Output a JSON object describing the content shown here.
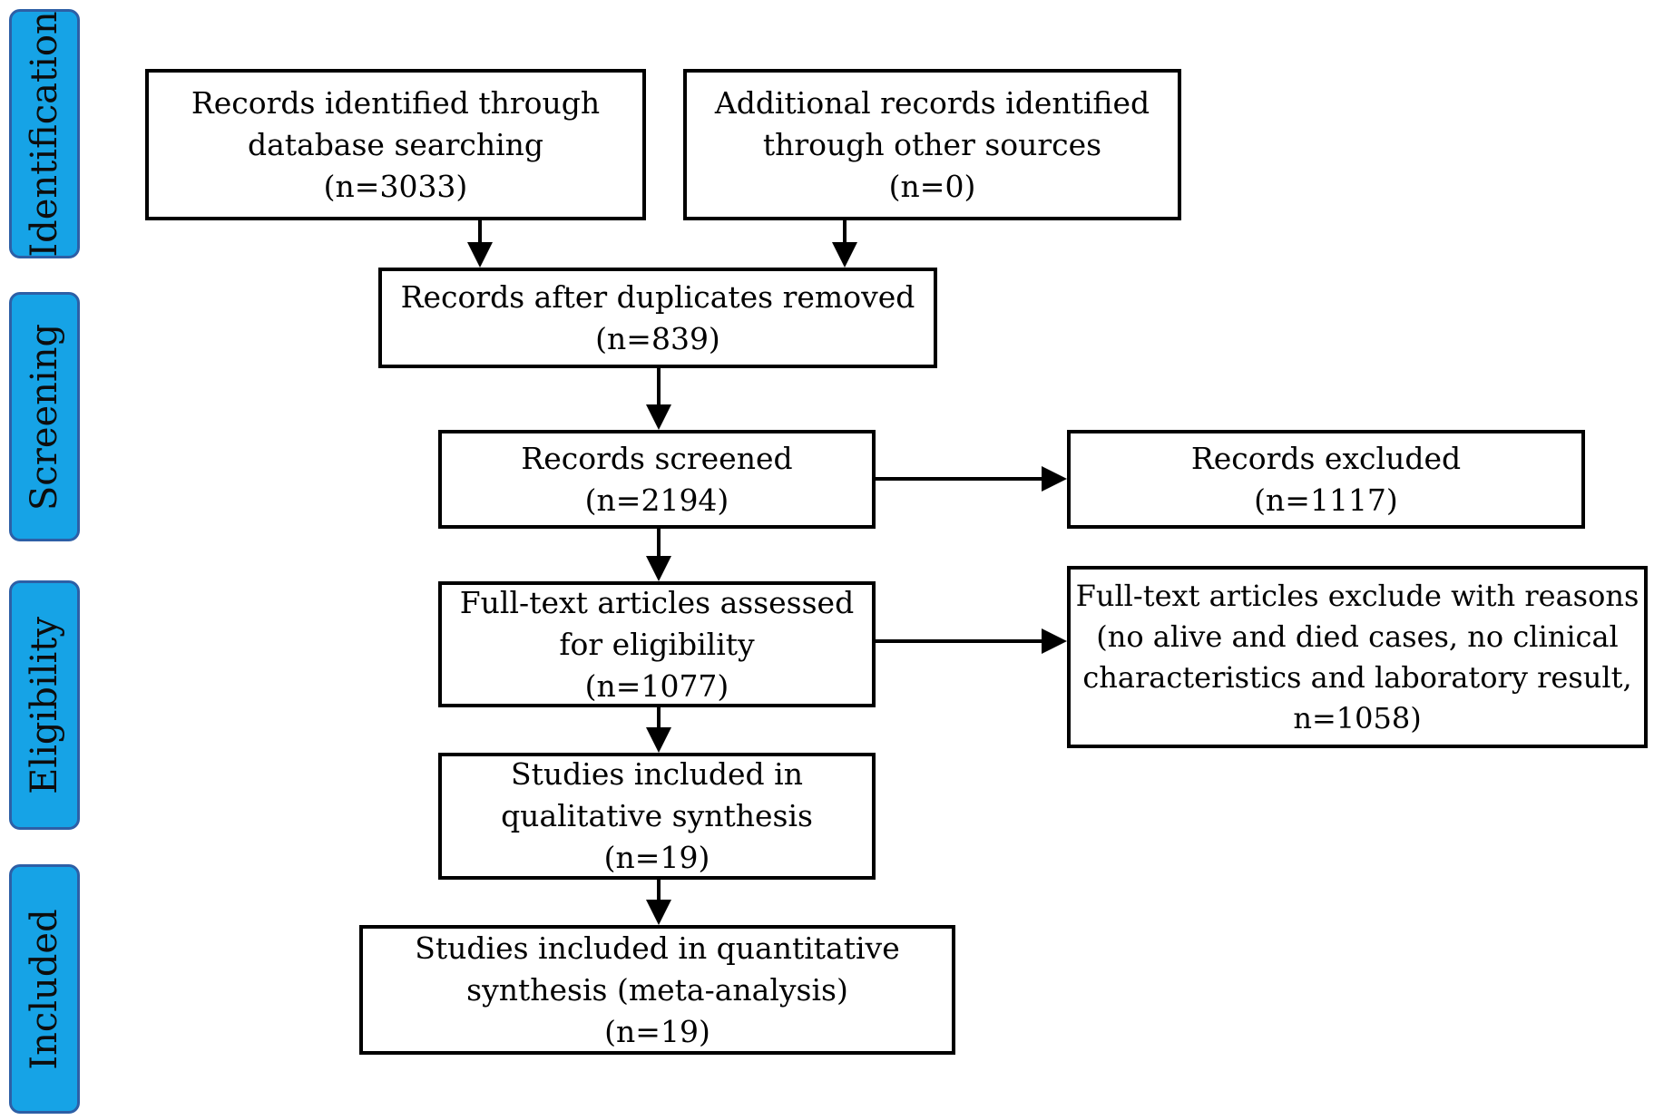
{
  "stages": {
    "identification": "Identification",
    "screening": "Screening",
    "eligibility": "Eligibility",
    "included": "Included"
  },
  "boxes": {
    "database_records": {
      "line1": "Records identified through",
      "line2": "database searching",
      "count": "(n=3033)"
    },
    "other_records": {
      "line1": "Additional records identified",
      "line2": "through other sources",
      "count": "(n=0)"
    },
    "after_duplicates": {
      "line1": "Records after duplicates removed",
      "count": "(n=839)"
    },
    "screened": {
      "line1": "Records screened",
      "count": "(n=2194)"
    },
    "excluded": {
      "line1": "Records excluded",
      "count": "(n=1117)"
    },
    "full_text_assessed": {
      "line1": "Full-text articles assessed",
      "line2": "for eligibility",
      "count": "(n=1077)"
    },
    "full_text_excluded": {
      "line1": "Full-text articles exclude with reasons",
      "line2": "(no alive and died cases, no clinical",
      "line3": "characteristics and laboratory result,",
      "line4": "n=1058)"
    },
    "qualitative": {
      "line1": "Studies included in",
      "line2": "qualitative synthesis",
      "count": "(n=19)"
    },
    "quantitative": {
      "line1": "Studies included in quantitative",
      "line2": "synthesis (meta-analysis)",
      "count": "(n=19)"
    }
  },
  "colors": {
    "stage_fill": "#16a3e6",
    "stage_border": "#2d5fa6",
    "box_border": "#000000"
  }
}
